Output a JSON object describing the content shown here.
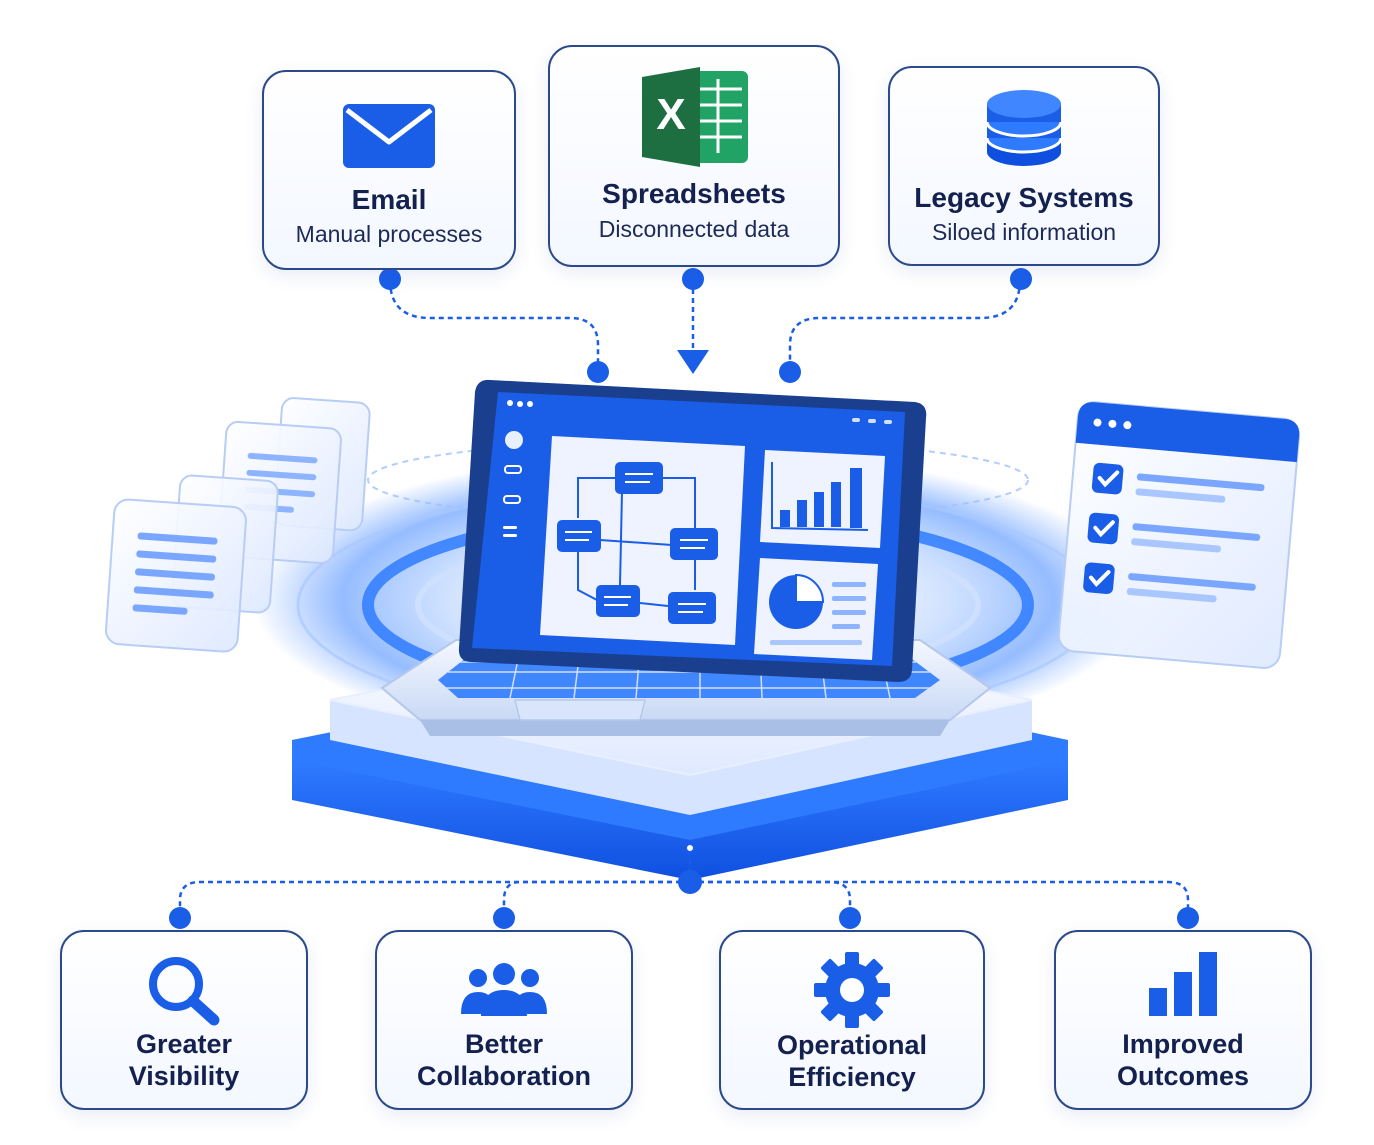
{
  "sources": [
    {
      "title": "Email",
      "subtitle": "Manual processes",
      "icon": "envelope-icon"
    },
    {
      "title": "Spreadsheets",
      "subtitle": "Disconnected data",
      "icon": "excel-icon"
    },
    {
      "title": "Legacy Systems",
      "subtitle": "Siloed information",
      "icon": "database-icon"
    }
  ],
  "outcomes": [
    {
      "line1": "Greater",
      "line2": "Visibility",
      "icon": "magnifier-icon"
    },
    {
      "line1": "Better",
      "line2": "Collaboration",
      "icon": "team-icon"
    },
    {
      "line1": "Operational",
      "line2": "Efficiency",
      "icon": "gear-icon"
    },
    {
      "line1": "Improved",
      "line2": "Outcomes",
      "icon": "bar-chart-icon"
    }
  ],
  "excel_letter": "X",
  "colors": {
    "primary": "#1a5ee8",
    "accent_light": "#cfe0ff",
    "card_border": "#2c4a8a",
    "title_text": "#14214f",
    "excel_green": "#1d6f42"
  }
}
